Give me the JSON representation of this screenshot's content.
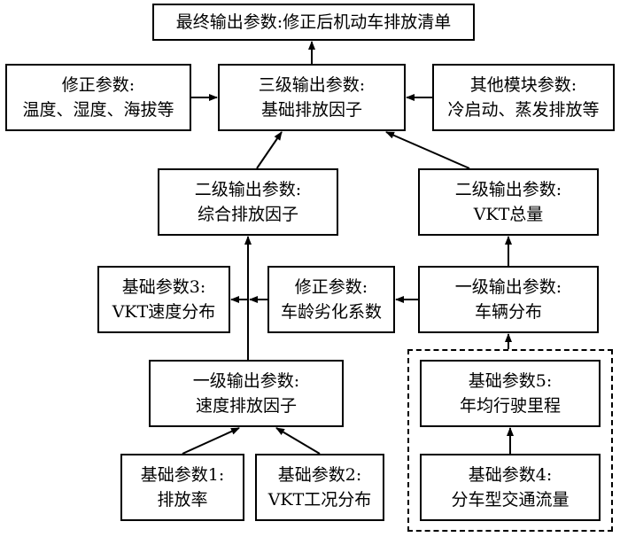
{
  "boxes": {
    "final_output": {
      "line1": "最终输出参数:修正后机动车排放清单"
    },
    "correction_env": {
      "line1": "修正参数:",
      "line2": "温度、湿度、海拔等"
    },
    "level3_output": {
      "line1": "三级输出参数:",
      "line2": "基础排放因子"
    },
    "other_modules": {
      "line1": "其他模块参数:",
      "line2": "冷启动、蒸发排放等"
    },
    "level2_combined": {
      "line1": "二级输出参数:",
      "line2": "综合排放因子"
    },
    "level2_vkt": {
      "line1": "二级输出参数:",
      "line2": "VKT总量"
    },
    "base3": {
      "line1": "基础参数3:",
      "line2": "VKT速度分布"
    },
    "correction_age": {
      "line1": "修正参数:",
      "line2": "车龄劣化系数"
    },
    "level1_vehicle": {
      "line1": "一级输出参数:",
      "line2": "车辆分布"
    },
    "level1_speed": {
      "line1": "一级输出参数:",
      "line2": "速度排放因子"
    },
    "base5": {
      "line1": "基础参数5:",
      "line2": "年均行驶里程"
    },
    "base1": {
      "line1": "基础参数1:",
      "line2": "排放率"
    },
    "base2": {
      "line1": "基础参数2:",
      "line2": "VKT工况分布"
    },
    "base4": {
      "line1": "基础参数4:",
      "line2": "分车型交通流量"
    }
  }
}
